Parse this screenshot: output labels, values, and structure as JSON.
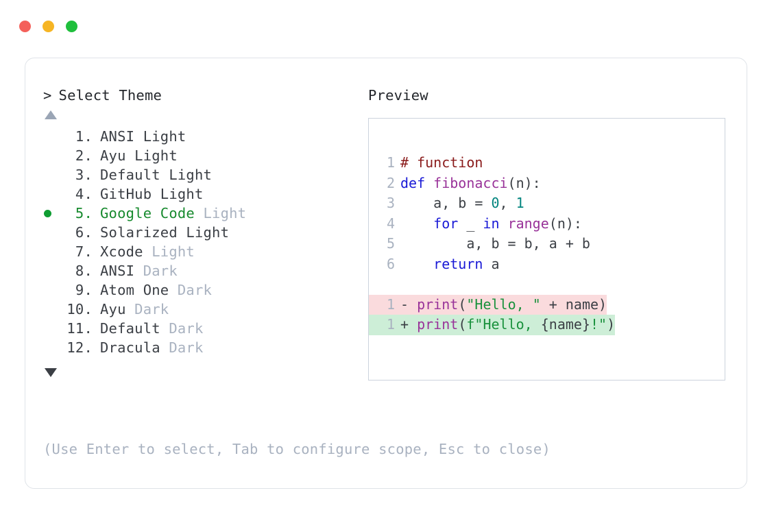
{
  "window": {
    "dots": [
      {
        "name": "close",
        "color": "#f4605a"
      },
      {
        "name": "minimize",
        "color": "#f6b524"
      },
      {
        "name": "maximize",
        "color": "#1fbf3c"
      }
    ]
  },
  "picker": {
    "prompt_caret": ">",
    "prompt_label": "Select Theme",
    "scroll_up_icon": "triangle-up-icon",
    "scroll_down_icon": "triangle-down-icon",
    "selected_index": 5,
    "items": [
      {
        "num": "1.",
        "name": "ANSI Light",
        "variant": "",
        "selected": false
      },
      {
        "num": "2.",
        "name": "Ayu Light",
        "variant": "",
        "selected": false
      },
      {
        "num": "3.",
        "name": "Default Light",
        "variant": "",
        "selected": false
      },
      {
        "num": "4.",
        "name": "GitHub Light",
        "variant": "",
        "selected": false
      },
      {
        "num": "5.",
        "name": "Google Code",
        "variant": "Light",
        "selected": true
      },
      {
        "num": "6.",
        "name": "Solarized Light",
        "variant": "",
        "selected": false
      },
      {
        "num": "7.",
        "name": "Xcode",
        "variant": "Light",
        "selected": false
      },
      {
        "num": "8.",
        "name": "ANSI",
        "variant": "Dark",
        "selected": false
      },
      {
        "num": "9.",
        "name": "Atom One",
        "variant": "Dark",
        "selected": false
      },
      {
        "num": "10.",
        "name": "Ayu",
        "variant": "Dark",
        "selected": false
      },
      {
        "num": "11.",
        "name": "Default",
        "variant": "Dark",
        "selected": false
      },
      {
        "num": "12.",
        "name": "Dracula",
        "variant": "Dark",
        "selected": false
      }
    ]
  },
  "preview": {
    "label": "Preview",
    "code_lines": [
      {
        "no": "1",
        "tokens": [
          {
            "t": "# function",
            "c": "tk-comment"
          }
        ]
      },
      {
        "no": "2",
        "tokens": [
          {
            "t": "def ",
            "c": "tk-keyword"
          },
          {
            "t": "fibonacci",
            "c": "tk-func"
          },
          {
            "t": "(n):",
            "c": "tk-plain"
          }
        ]
      },
      {
        "no": "3",
        "tokens": [
          {
            "t": "    a, b = ",
            "c": "tk-plain"
          },
          {
            "t": "0",
            "c": "tk-num"
          },
          {
            "t": ", ",
            "c": "tk-plain"
          },
          {
            "t": "1",
            "c": "tk-num"
          }
        ]
      },
      {
        "no": "4",
        "tokens": [
          {
            "t": "    ",
            "c": "tk-plain"
          },
          {
            "t": "for",
            "c": "tk-keyword"
          },
          {
            "t": " _ ",
            "c": "tk-plain"
          },
          {
            "t": "in",
            "c": "tk-keyword"
          },
          {
            "t": " ",
            "c": "tk-plain"
          },
          {
            "t": "range",
            "c": "tk-builtin"
          },
          {
            "t": "(n):",
            "c": "tk-plain"
          }
        ]
      },
      {
        "no": "5",
        "tokens": [
          {
            "t": "        a, b = b, a + b",
            "c": "tk-plain"
          }
        ]
      },
      {
        "no": "6",
        "tokens": [
          {
            "t": "    ",
            "c": "tk-plain"
          },
          {
            "t": "return",
            "c": "tk-keyword"
          },
          {
            "t": " a",
            "c": "tk-plain"
          }
        ]
      }
    ],
    "diff_lines": [
      {
        "no": "1",
        "sign": "-",
        "kind": "del",
        "bg": "#fadbdd",
        "tokens": [
          {
            "t": "print",
            "c": "tk-builtin"
          },
          {
            "t": "(",
            "c": "tk-plain"
          },
          {
            "t": "\"Hello, \"",
            "c": "tk-string"
          },
          {
            "t": " + name)",
            "c": "tk-plain"
          }
        ]
      },
      {
        "no": "1",
        "sign": "+",
        "kind": "add",
        "bg": "#cdeed7",
        "tokens": [
          {
            "t": "print",
            "c": "tk-builtin"
          },
          {
            "t": "(",
            "c": "tk-plain"
          },
          {
            "t": "f\"Hello, ",
            "c": "tk-string"
          },
          {
            "t": "{name}",
            "c": "tk-plain"
          },
          {
            "t": "!\"",
            "c": "tk-string"
          },
          {
            "t": ")",
            "c": "tk-plain"
          }
        ]
      }
    ]
  },
  "hint": "(Use Enter to select, Tab to configure scope, Esc to close)",
  "colors": {
    "accent_green": "#178a2e",
    "muted": "#a9b2c0",
    "text": "#3b3f45",
    "border": "#dfe3e8",
    "preview_border": "#ccd3dd",
    "diff_delete_bg": "#fadbdd",
    "diff_add_bg": "#cdeed7"
  }
}
